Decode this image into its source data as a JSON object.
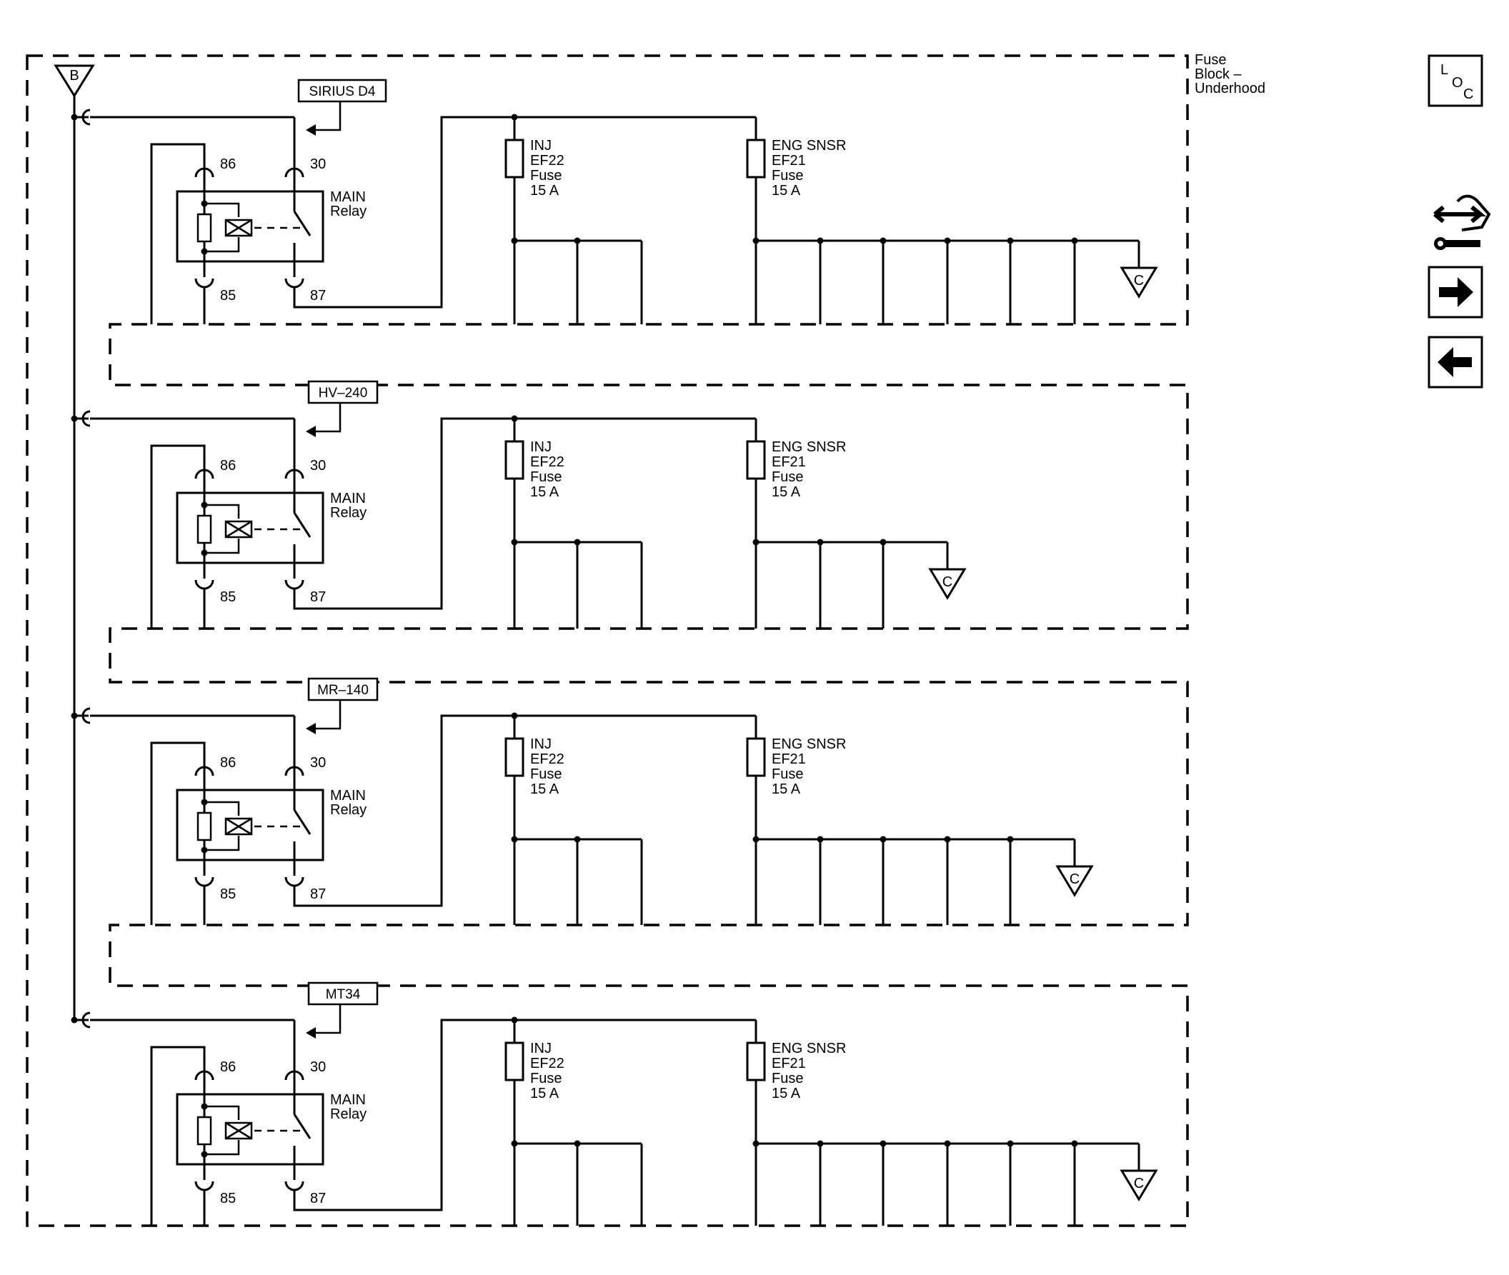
{
  "fuse_block_label": [
    "Fuse",
    "Block –",
    "Underhood"
  ],
  "bus_label": "B",
  "ground_label": "C",
  "relay_label": [
    "MAIN",
    "Relay"
  ],
  "pins": {
    "p86": "86",
    "p85": "85",
    "p30": "30",
    "p87": "87"
  },
  "fuses": [
    {
      "lines": [
        "INJ",
        "EF22",
        "Fuse",
        "15 A"
      ]
    },
    {
      "lines": [
        "ENG SNSR",
        "EF21",
        "Fuse",
        "15 A"
      ]
    }
  ],
  "sections": [
    {
      "variant": "SIRIUS D4",
      "fuse2_branches": 6
    },
    {
      "variant": "HV–240",
      "fuse2_branches": 3
    },
    {
      "variant": "MR–140",
      "fuse2_branches": 5
    },
    {
      "variant": "MT34",
      "fuse2_branches": 6
    }
  ],
  "nav": {
    "loc": [
      "L",
      "O",
      "C"
    ],
    "icons": [
      "wrench-arrows-icon",
      "arrow-right-icon",
      "arrow-left-icon"
    ]
  }
}
